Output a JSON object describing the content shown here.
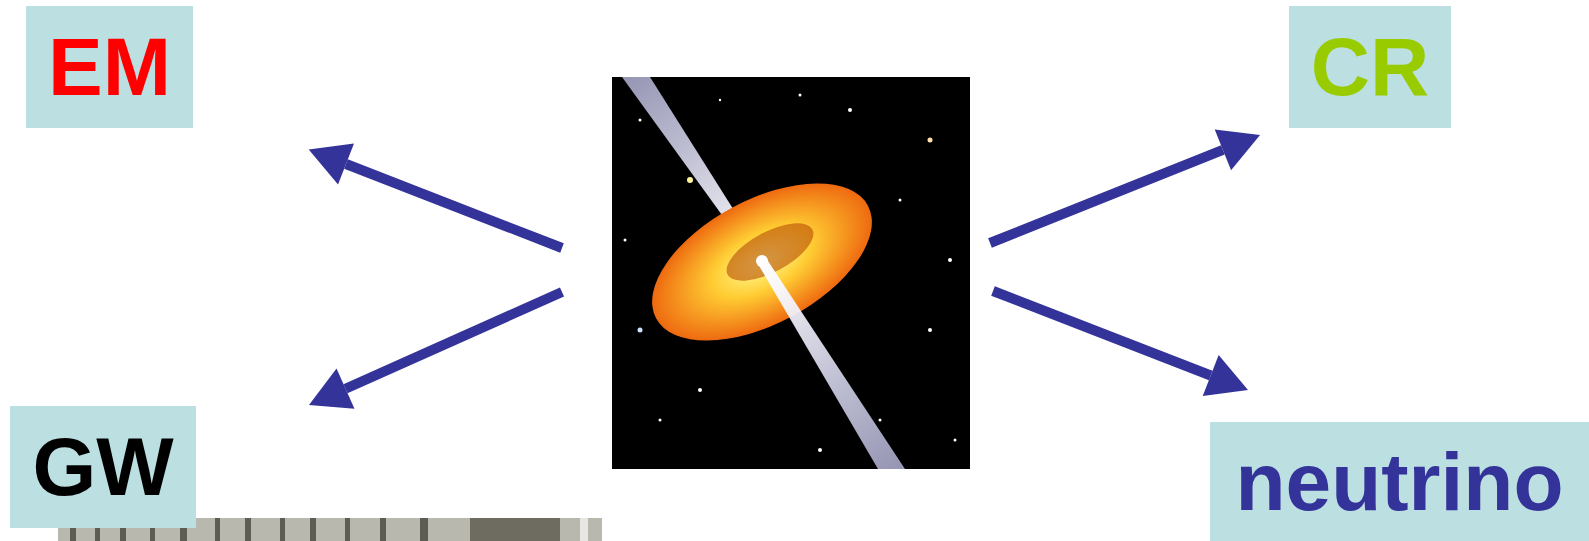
{
  "diagram": {
    "nodes": [
      {
        "text": [
          "EM"
        ]
      },
      {
        "text": [
          "CR"
        ]
      },
      {
        "text": [
          "GW"
        ]
      },
      {
        "text": [
          "neutrino"
        ]
      }
    ]
  }
}
